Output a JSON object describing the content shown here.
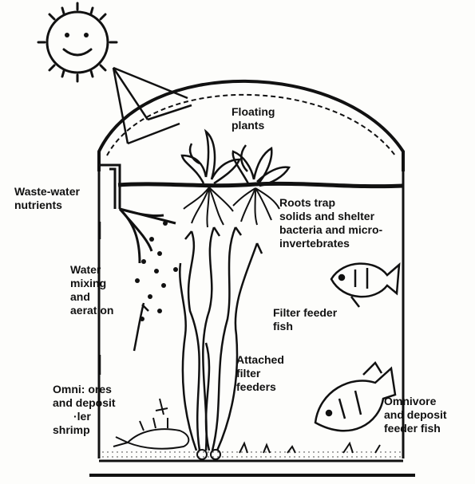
{
  "labels": {
    "floating_plants": [
      "Floating",
      "plants"
    ],
    "waste_water": [
      "Waste-water",
      "nutrients"
    ],
    "roots": [
      "Roots trap",
      "solids and shelter",
      "bacteria and micro-",
      "invertebrates"
    ],
    "water_mixing": [
      "Water",
      "mixing",
      "and",
      "aeration"
    ],
    "filter_feeder_fish": [
      "Filter feeder",
      "fish"
    ],
    "attached_filter_feeders": [
      "Attached",
      "filter",
      "feeders"
    ],
    "omnivore_shrimp": [
      "Omni: ores",
      "and deposit",
      "·ler",
      "shrimp"
    ],
    "omnivore_fish": [
      "Omnivore",
      "and deposit",
      "feeder fish"
    ]
  },
  "icons": [
    "sun-icon",
    "dome-cover",
    "water-surface",
    "floating-plant-icon",
    "fish-icon",
    "shrimp-icon",
    "submerged-plant-icon",
    "sediment-layer"
  ],
  "colors": {
    "ink": "#111111",
    "paper": "#fdfdfb"
  }
}
